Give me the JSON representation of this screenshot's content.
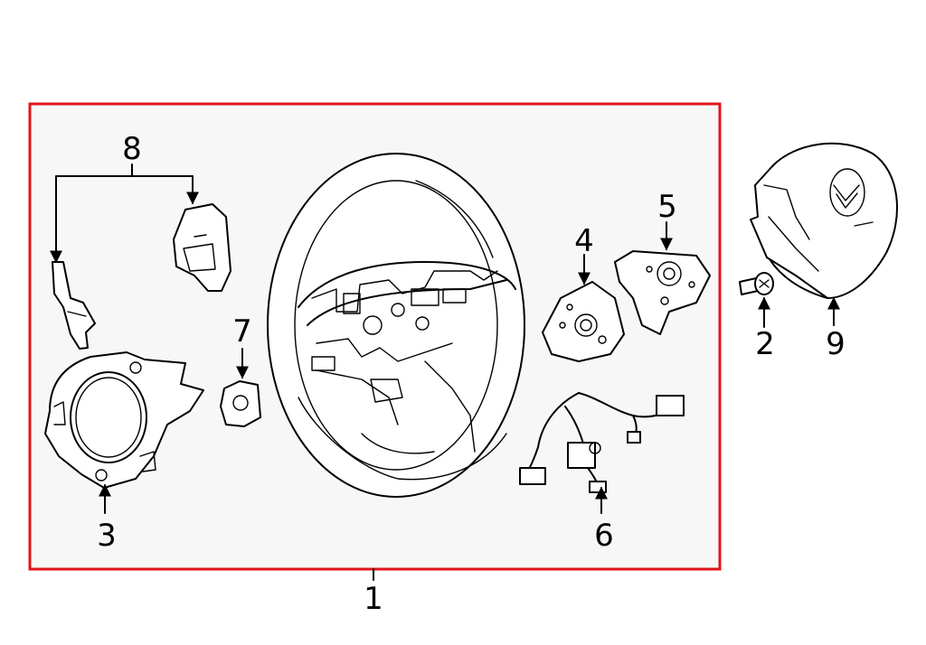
{
  "labels": {
    "assembly": "1",
    "bolt": "2",
    "cover": "3",
    "switch_left": "4",
    "switch_right": "5",
    "harness": "6",
    "clip": "7",
    "paddle": "8",
    "airbag": "9"
  },
  "colors": {
    "frame": "#e0141b",
    "panel": "#f7f7f7",
    "line": "#000000"
  }
}
